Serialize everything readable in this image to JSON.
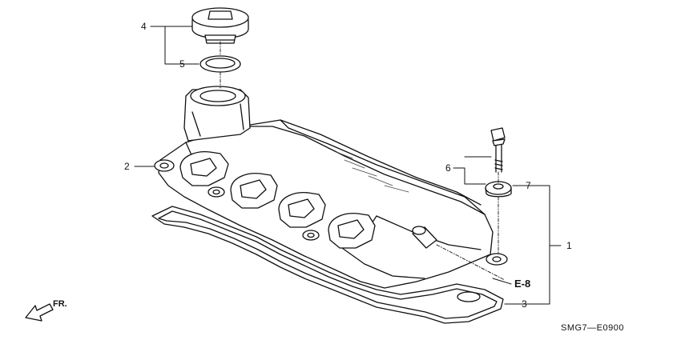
{
  "callouts": [
    "1",
    "2",
    "3",
    "4",
    "5",
    "6",
    "7"
  ],
  "reference": "E-8",
  "diagram_code": "SMG7—E0900",
  "direction": "FR.",
  "colors": {
    "line": "#111111",
    "fill": "#ffffff",
    "shade": "#dcdcdc"
  }
}
